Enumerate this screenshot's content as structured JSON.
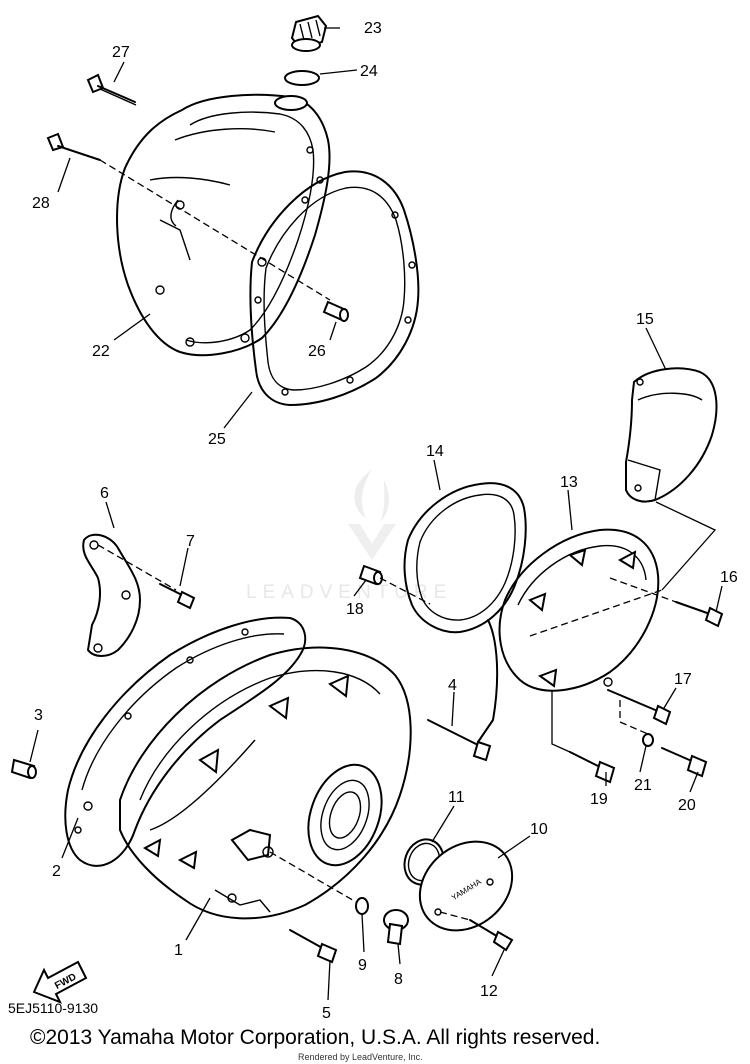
{
  "watermark": {
    "brand": "LEADVENTURE"
  },
  "fwd_label": "FWD",
  "emblem_text": "YAMAHA",
  "callouts": {
    "c1": "1",
    "c2": "2",
    "c3": "3",
    "c4": "4",
    "c5": "5",
    "c6": "6",
    "c7": "7",
    "c8": "8",
    "c9": "9",
    "c10": "10",
    "c11": "11",
    "c12": "12",
    "c13": "13",
    "c14": "14",
    "c15": "15",
    "c16": "16",
    "c17": "17",
    "c18": "18",
    "c19": "19",
    "c20": "20",
    "c21": "21",
    "c22": "22",
    "c23": "23",
    "c24": "24",
    "c25": "25",
    "c26": "26",
    "c27": "27",
    "c28": "28"
  },
  "diagram_code": "5EJ5110-9130",
  "copyright": "©2013 Yamaha Motor Corporation, U.S.A. All rights reserved.",
  "rendered_by": "Rendered by LeadVenture, Inc."
}
